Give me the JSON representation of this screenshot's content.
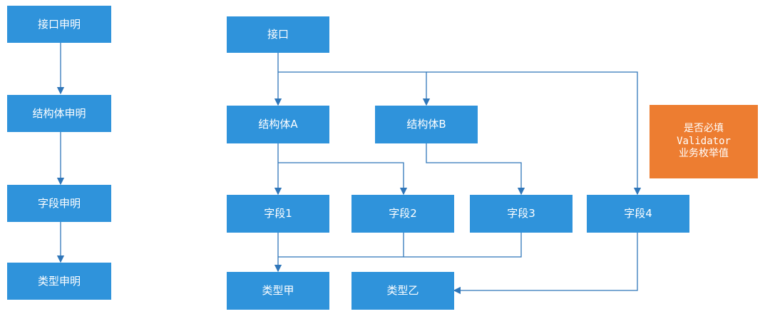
{
  "legend_steps": {
    "interface_declaration": "接口申明",
    "struct_declaration": "结构体申明",
    "field_declaration": "字段申明",
    "type_declaration": "类型申明"
  },
  "nodes": {
    "interface": "接口",
    "struct_a": "结构体A",
    "struct_b": "结构体B",
    "field_1": "字段1",
    "field_2": "字段2",
    "field_3": "字段3",
    "field_4": "字段4",
    "type_jia": "类型甲",
    "type_yi": "类型乙"
  },
  "validator_note": {
    "line1": "是否必填",
    "line2": "Validator",
    "line3": "业务枚举值"
  },
  "colors": {
    "node_fill": "#2f93db",
    "edge_stroke": "#2f76b9",
    "note_fill": "#ed7d31",
    "text": "#ffffff",
    "background": "#ffffff"
  }
}
